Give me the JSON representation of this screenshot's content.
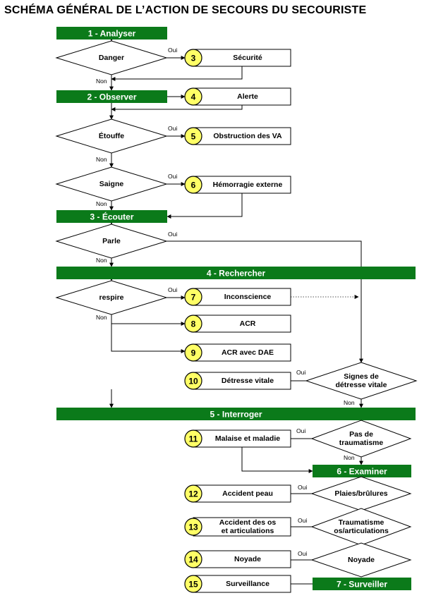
{
  "title": "SCHÉMA GÉNÉRAL DE L’ACTION DE SECOURS DU SECOURISTE",
  "colors": {
    "bar": "#0b7a1a",
    "circle": "#ffff66"
  },
  "steps": [
    {
      "id": "analyser",
      "label": "1 - Analyser"
    },
    {
      "id": "observer",
      "label": "2 - Observer"
    },
    {
      "id": "ecouter",
      "label": "3 - Écouter"
    },
    {
      "id": "rechercher",
      "label": "4 - Rechercher"
    },
    {
      "id": "interroger",
      "label": "5 - Interroger"
    },
    {
      "id": "examiner",
      "label": "6 - Examiner"
    },
    {
      "id": "surveiller",
      "label": "7 - Surveiller"
    }
  ],
  "decisions": [
    {
      "id": "danger",
      "lines": [
        "Danger"
      ]
    },
    {
      "id": "etouffe",
      "lines": [
        "Étouffe"
      ]
    },
    {
      "id": "saigne",
      "lines": [
        "Saigne"
      ]
    },
    {
      "id": "parle",
      "lines": [
        "Parle"
      ]
    },
    {
      "id": "respire",
      "lines": [
        "respire"
      ]
    },
    {
      "id": "signes",
      "lines": [
        "Signes de",
        "détresse vitale"
      ]
    },
    {
      "id": "traumatisme",
      "lines": [
        "Pas de",
        "traumatisme"
      ]
    },
    {
      "id": "plaies",
      "lines": [
        "Plaies/brûlures"
      ]
    },
    {
      "id": "os",
      "lines": [
        "Traumatisme",
        "os/articulations"
      ]
    },
    {
      "id": "noyade_q",
      "lines": [
        "Noyade"
      ]
    }
  ],
  "actions": [
    {
      "id": "securite",
      "num": "3",
      "lines": [
        "Sécurité"
      ]
    },
    {
      "id": "alerte",
      "num": "4",
      "lines": [
        "Alerte"
      ]
    },
    {
      "id": "obstruction",
      "num": "5",
      "lines": [
        "Obstruction des VA"
      ]
    },
    {
      "id": "hemorragie",
      "num": "6",
      "lines": [
        "Hémorragie externe"
      ]
    },
    {
      "id": "inconscience",
      "num": "7",
      "lines": [
        "Inconscience"
      ]
    },
    {
      "id": "acr",
      "num": "8",
      "lines": [
        "ACR"
      ]
    },
    {
      "id": "acr_dae",
      "num": "9",
      "lines": [
        "ACR avec DAE"
      ]
    },
    {
      "id": "detresse",
      "num": "10",
      "lines": [
        "Détresse vitale"
      ]
    },
    {
      "id": "malaise",
      "num": "11",
      "lines": [
        "Malaise et maladie"
      ]
    },
    {
      "id": "peau",
      "num": "12",
      "lines": [
        "Accident peau"
      ]
    },
    {
      "id": "os_acc",
      "num": "13",
      "lines": [
        "Accident des os",
        "et articulations"
      ]
    },
    {
      "id": "noyade",
      "num": "14",
      "lines": [
        "Noyade"
      ]
    },
    {
      "id": "surveillance",
      "num": "15",
      "lines": [
        "Surveillance"
      ]
    }
  ],
  "labels": {
    "oui": "Oui",
    "non": "Non"
  }
}
